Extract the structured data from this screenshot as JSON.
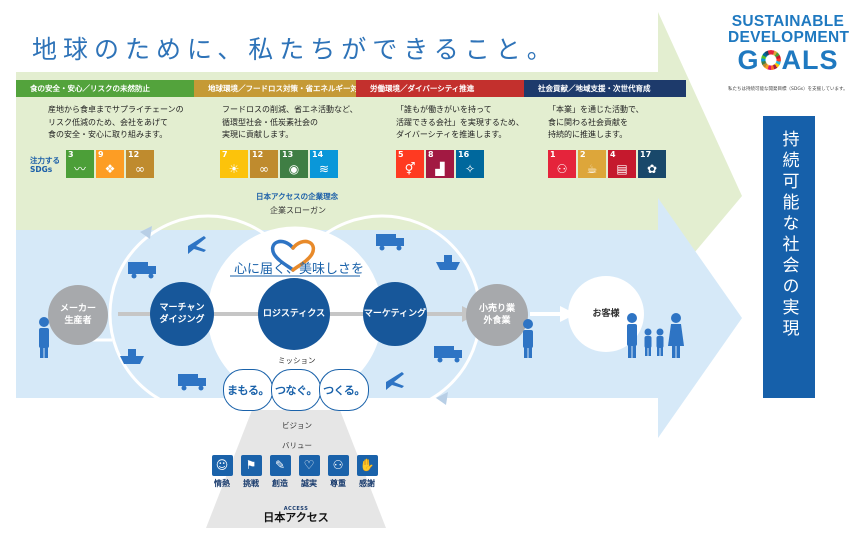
{
  "heading": "地球のために、私たちができること。",
  "sdg_logo": {
    "line1": "SUSTAINABLE",
    "line2": "DEVELOPMENT",
    "goals_g": "G",
    "goals_rest": "ALS"
  },
  "sdg_note": "私たちは持続可能な開発目標（SDGs）を支援しています。",
  "categories": [
    {
      "title": "食の安全・安心／リスクの未然防止",
      "lines": [
        "産地から食卓までサプライチェーンの",
        "リスク低減のため、会社をあげて",
        "食の安全・安心に取り組みます。"
      ]
    },
    {
      "title": "地球環境／フードロス対策・省エネルギー対策",
      "lines": [
        "フードロスの削減、省エネ活動など、",
        "循環型社会・低炭素社会の",
        "実現に貢献します。"
      ]
    },
    {
      "title": "労働環境／ダイバーシティ推進",
      "lines": [
        "「誰もが働きがいを持って",
        "活躍できる会社」を実現するため、",
        "ダイバーシティを推進します。"
      ]
    },
    {
      "title": "社会貢献／地域支援・次世代育成",
      "lines": [
        "「本業」を通じた活動で、",
        "食に関わる社会貢献を",
        "持続的に推進します。"
      ]
    }
  ],
  "sdg_focus_label": [
    "注力する",
    "SDGs"
  ],
  "sdg_goals": {
    "g1": "1",
    "g2": "2",
    "g3": "3",
    "g4": "4",
    "g5": "5",
    "g7": "7",
    "g8": "8",
    "g9": "9",
    "g12": "12",
    "g13": "13",
    "g14": "14",
    "g16": "16",
    "g17": "17"
  },
  "vertical_banner": "持続可能な社会の実現",
  "philosophy": {
    "label": "日本アクセスの企業理念",
    "slogan_label": "企業スローガン",
    "slogan": "心に届く、美味しさを"
  },
  "flow": {
    "manufacturer": [
      "メーカー",
      "生産者"
    ],
    "merchandising": [
      "マーチャン",
      "ダイジング"
    ],
    "logistics": "ロジスティクス",
    "marketing": "マーケティング",
    "retail": [
      "小売り業",
      "外食業"
    ],
    "customer": "お客様"
  },
  "mission_label": "ミッション",
  "missions": [
    "まもる。",
    "つなぐ。",
    "つくる。"
  ],
  "vision_label": "ビジョン",
  "value_label": "バリュー",
  "values": [
    "情熱",
    "挑戦",
    "創造",
    "誠実",
    "尊重",
    "感謝"
  ],
  "brand": {
    "en": "ACCESS",
    "ja": "日本アクセス"
  }
}
